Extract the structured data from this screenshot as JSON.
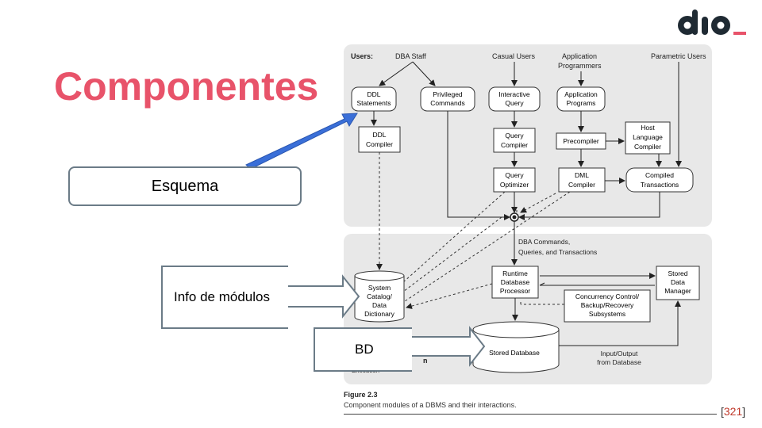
{
  "slide": {
    "title": "Componentes",
    "logo_text": "dio",
    "reference_number": "321"
  },
  "figure": {
    "caption_title": "Figure 2.3",
    "caption_text": "Component modules of a DBMS and their interactions.",
    "users_label": "Users:",
    "user_groups": [
      "DBA Staff",
      "Casual Users",
      "Application",
      "Programmers",
      "Parametric Users"
    ],
    "boxes": {
      "ddl_statements": [
        "DDL",
        "Statements"
      ],
      "privileged_commands": [
        "Privileged",
        "Commands"
      ],
      "interactive_query": [
        "Interactive",
        "Query"
      ],
      "application_programs": [
        "Application",
        "Programs"
      ],
      "ddl_compiler": [
        "DDL",
        "Compiler"
      ],
      "query_compiler": [
        "Query",
        "Compiler"
      ],
      "precompiler": [
        "Precompiler"
      ],
      "host_language_compiler": [
        "Host",
        "Language",
        "Compiler"
      ],
      "query_optimizer": [
        "Query",
        "Optimizer"
      ],
      "dml_compiler": [
        "DML",
        "Compiler"
      ],
      "compiled_transactions": [
        "Compiled",
        "Transactions"
      ],
      "system_catalog": [
        "System",
        "Catalog/",
        "Data",
        "Dictionary"
      ],
      "runtime_processor": [
        "Runtime",
        "Database",
        "Processor"
      ],
      "stored_data_manager": [
        "Stored",
        "Data",
        "Manager"
      ],
      "concurrency_control": [
        "Concurrency Control/",
        "Backup/Recovery",
        "Subsystems"
      ],
      "stored_database": [
        "Stored Database"
      ]
    },
    "dba_commands_label": [
      "DBA Commands,",
      "Queries, and Transactions"
    ],
    "io_label": [
      "Input/Output",
      "from Database"
    ],
    "partial_text": [
      "n",
      "Execution"
    ]
  },
  "callouts": {
    "esquema": "Esquema",
    "info_modulos": "Info de módulos",
    "bd": "BD"
  },
  "colors": {
    "title": "#e8536a",
    "logo_dark": "#1f2a33",
    "logo_accent": "#e8536a",
    "arrow_blue": "#3a6fd8",
    "callout_border": "#6b7b87",
    "panel": "#e8e8e8"
  }
}
